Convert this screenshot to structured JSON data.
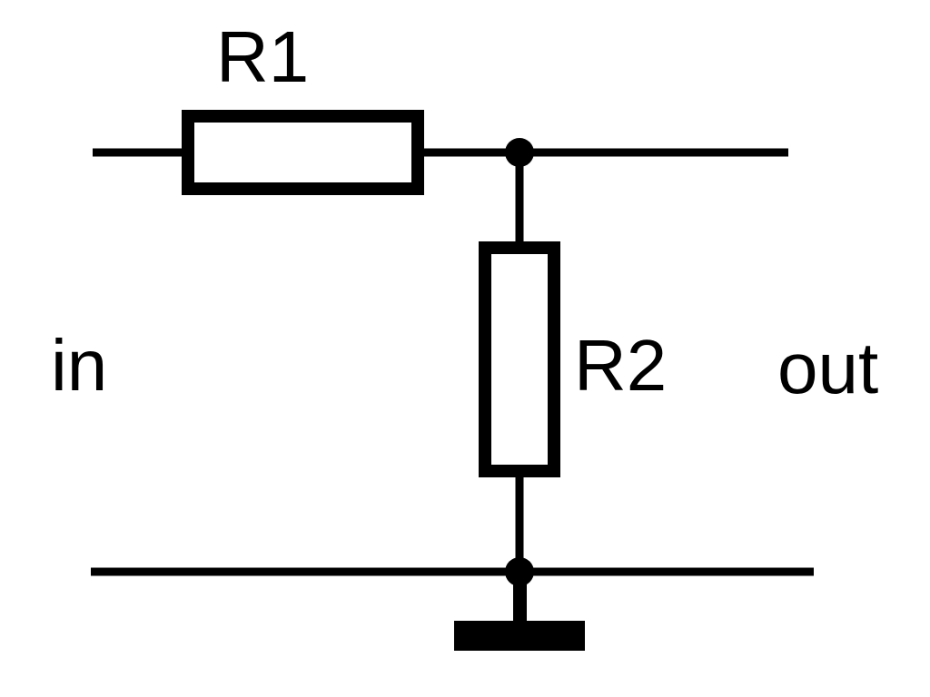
{
  "diagram": {
    "labels": {
      "r1": "R1",
      "r2": "R2",
      "input": "in",
      "output": "out"
    },
    "colors": {
      "stroke": "#000000",
      "background": "#ffffff",
      "resistor_fill": "#ffffff"
    },
    "components": {
      "r1": {
        "type": "resistor",
        "orientation": "horizontal"
      },
      "r2": {
        "type": "resistor",
        "orientation": "vertical"
      },
      "ground": {
        "type": "ground"
      }
    }
  }
}
